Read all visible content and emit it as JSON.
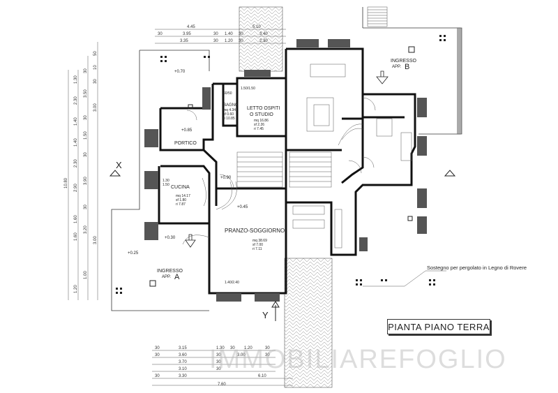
{
  "rooms": {
    "bagno": {
      "name": "BAGNO",
      "mq": "mq 4.34",
      "sf": "sf 0.60",
      "ri": "ri 10.85"
    },
    "letto": {
      "name1": "LETTO OSPITI",
      "name2": "O STUDIO",
      "mq": "mq 16.86",
      "sf": "sf 2.26",
      "ri": "ri 7.45"
    },
    "portico": {
      "name": "PORTICO",
      "level": "+0.85"
    },
    "cucina": {
      "name": "CUCINA",
      "mq": "mq 14.17",
      "sf": "sf 1.80",
      "ri": "ri 7.87"
    },
    "pranzo": {
      "name": "PRANZO-SOGGIORNO",
      "mq": "mq 38.69",
      "sf": "sf 7.00",
      "ri": "ri 7.11"
    }
  },
  "entrances": {
    "a": {
      "line1": "INGRESSO",
      "line2": "APP.",
      "letter": "A"
    },
    "b": {
      "line1": "INGRESSO",
      "line2": "APP.",
      "letter": "B"
    }
  },
  "levels": {
    "top_left": "+0.70",
    "portico": "+0.85",
    "hall": "+0.90",
    "pranzo": "+0.45",
    "entry_a_step": "+0.30",
    "entry_a": "+0.25"
  },
  "axes": {
    "x": "X",
    "y": "Y"
  },
  "note": "Sostegno per pergolato in Legno di Rovere",
  "title": "PIANTA PIANO TERRA",
  "watermark": "IMMOBILIAREFOGLIO",
  "dims_top": {
    "row1": [
      "4.45",
      "5.10"
    ],
    "row2": [
      "30",
      "3.95",
      "30",
      "1.40",
      "30",
      "3.40"
    ],
    "row3": [
      "3.35",
      "30",
      "1.20",
      "30",
      "2.30"
    ]
  },
  "dims_bottom": {
    "row1": [
      "30",
      "3.15",
      "1.30",
      "30",
      "1.20",
      "30"
    ],
    "row2": [
      "30",
      "3.60",
      "30",
      "3.00",
      "30"
    ],
    "row3": [
      "3.70",
      "30"
    ],
    "row4": [
      "3.10",
      "30"
    ],
    "row5": [
      "30",
      "3.30",
      "6.10"
    ],
    "total": "7.60"
  },
  "dims_left": {
    "total": "10.80",
    "col1": [
      "1.30",
      "2.30",
      "1.40",
      "1.40",
      "2.30",
      "2.90",
      "1.60",
      "1.60",
      "1.20"
    ],
    "col2": [
      "30",
      "3.50",
      "30",
      "1.50",
      "30",
      "3.90",
      "30",
      "3.20",
      "1.00"
    ],
    "col3": [
      "50",
      "10",
      "30",
      "3.00",
      "3.00"
    ]
  },
  "small": {
    "bagno_win": "60/50",
    "cucina_win1": "1.30",
    "cucina_win2": "1.50",
    "letto_win": "1.50/1.50",
    "pranzo_win": "1.40/2.40"
  }
}
